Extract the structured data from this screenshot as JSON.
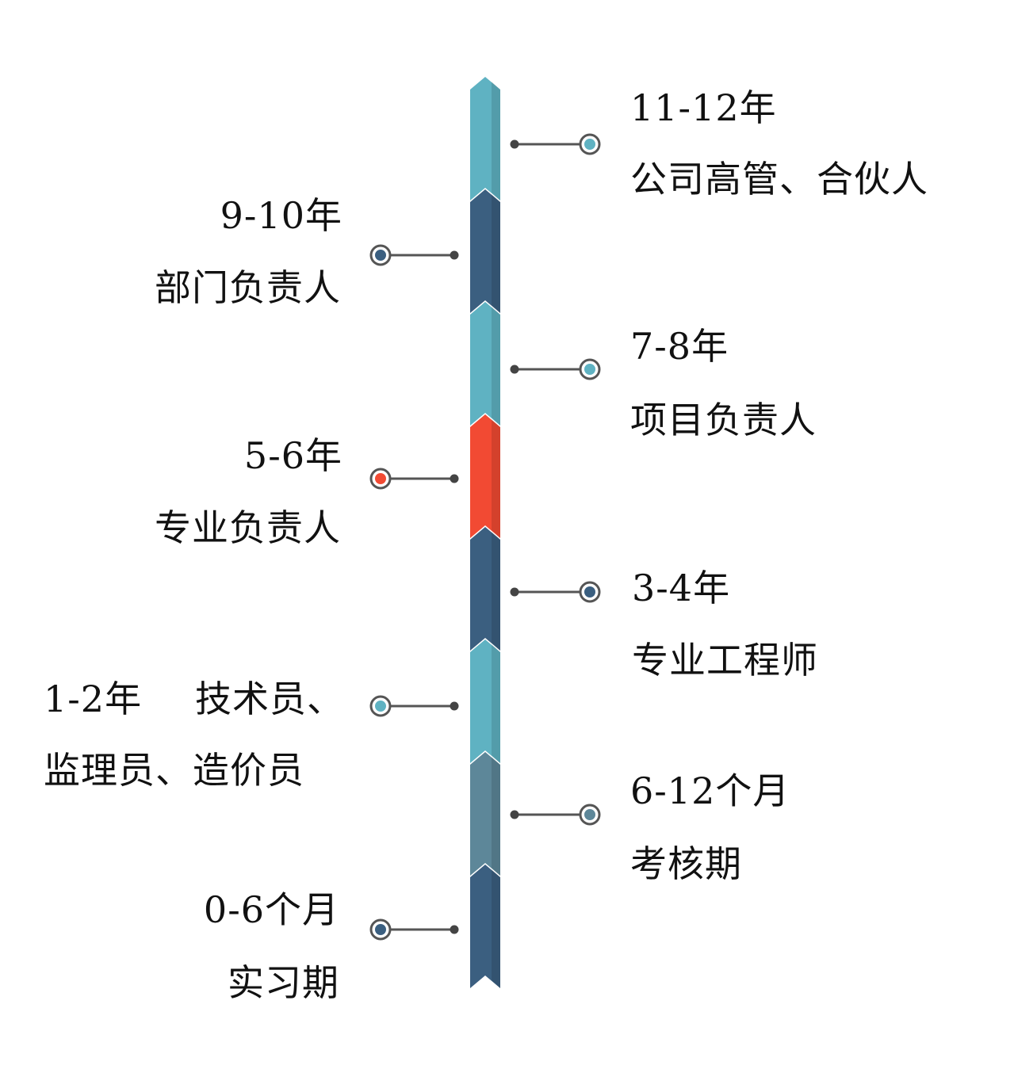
{
  "colors": {
    "teal": "#5fb2c2",
    "navy": "#3b5f80",
    "red": "#f24a33",
    "steel": "#5d8799",
    "connector": "#555555"
  },
  "stages": [
    {
      "period": "11-12年",
      "role": "公司高管、合伙人",
      "color": "teal"
    },
    {
      "period": "9-10年",
      "role": "部门负责人",
      "color": "navy"
    },
    {
      "period": "7-8年",
      "role": "项目负责人",
      "color": "teal"
    },
    {
      "period": "5-6年",
      "role": "专业负责人",
      "color": "red"
    },
    {
      "period": "3-4年",
      "role": "专业工程师",
      "color": "navy"
    },
    {
      "period": "1-2年",
      "role_line1": "技术员、",
      "role_line2": "监理员、造价员",
      "color": "teal"
    },
    {
      "period": "6-12个月",
      "role": "考核期",
      "color": "steel"
    },
    {
      "period": "0-6个月",
      "role": "实习期",
      "color": "navy"
    }
  ]
}
